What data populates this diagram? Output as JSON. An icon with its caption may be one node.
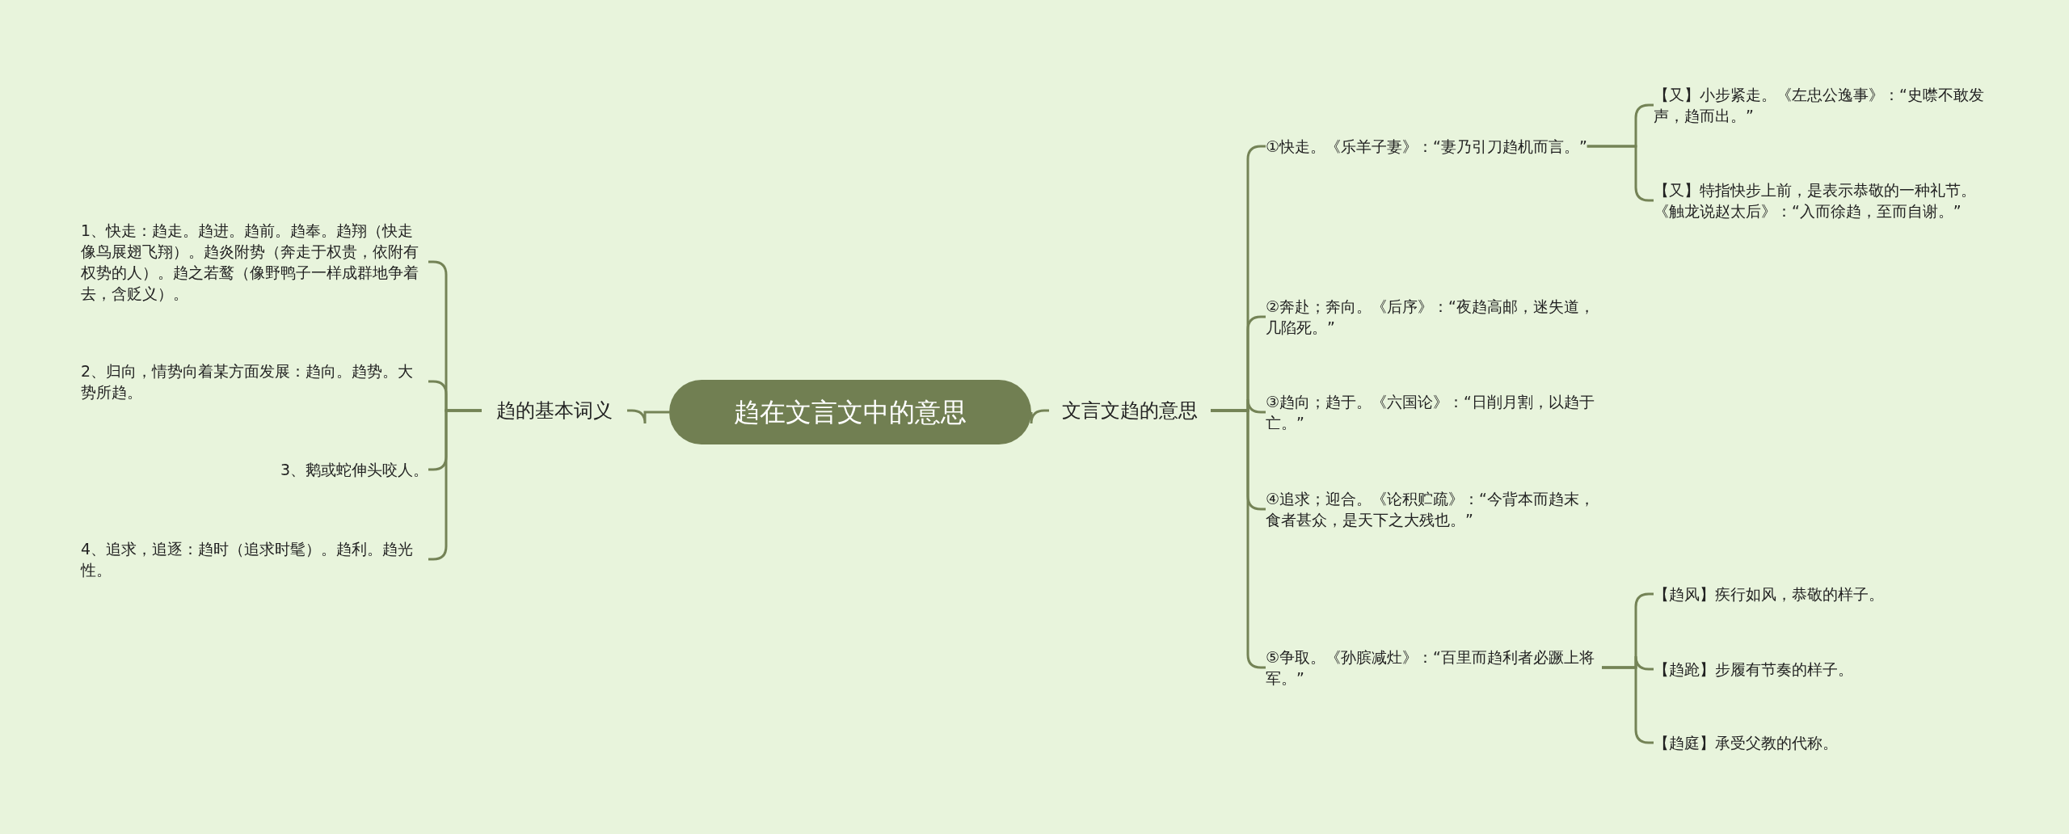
{
  "diagram": {
    "nodes": [
      {
        "text": [
          "趋在文言文中的意思"
        ]
      },
      {
        "text": [
          "趋的基本词义"
        ]
      },
      {
        "text": [
          "1、快走：趋走。趋进。趋前。趋奉。趋翔（快走像鸟展翅飞翔）。趋炎附势（奔走于权贵，依附有权势的人）。趋之若鹜（像野鸭子一样成群地争着去，含贬义）。"
        ]
      },
      {
        "text": [
          "2、归向，情势向着某方面发展：趋向。趋势。大势所趋。"
        ]
      },
      {
        "text": [
          "3、鹅或蛇伸头咬人。"
        ]
      },
      {
        "text": [
          "4、追求，追逐：趋时（追求时髦）。趋利。趋光性。"
        ]
      },
      {
        "text": [
          "文言文趋的意思"
        ]
      },
      {
        "text": [
          "①快走。《乐羊子妻》：“妻乃引刀趋机而言。”"
        ]
      },
      {
        "text": [
          "【又】小步紧走。《左忠公逸事》：“史噤不敢发声，趋而出。”"
        ]
      },
      {
        "text": [
          "【又】特指快步上前，是表示恭敬的一种礼节。《触龙说赵太后》：“入而徐趋，至而自谢。”"
        ]
      },
      {
        "text": [
          "②奔赴；奔向。《后序》：“夜趋高邮，迷失道，几陷死。”"
        ]
      },
      {
        "text": [
          "③趋向；趋于。《六国论》：“日削月割，以趋于亡。”"
        ]
      },
      {
        "text": [
          "④追求；迎合。《论积贮疏》：“今背本而趋末，食者甚众，是天下之大残也。”"
        ]
      },
      {
        "text": [
          "⑤争取。《孙膑减灶》：“百里而趋利者必蹶上将军。”"
        ]
      },
      {
        "text": [
          "【趋风】疾行如风，恭敬的样子。"
        ]
      },
      {
        "text": [
          "【趋跄】步履有节奏的样子。"
        ]
      },
      {
        "text": [
          "【趋庭】承受父教的代称。"
        ]
      }
    ],
    "edges": [
      {
        "from": 0,
        "to": 1,
        "arrow": "none"
      },
      {
        "from": 1,
        "to": 2,
        "arrow": "none"
      },
      {
        "from": 1,
        "to": 3,
        "arrow": "none"
      },
      {
        "from": 1,
        "to": 4,
        "arrow": "none"
      },
      {
        "from": 1,
        "to": 5,
        "arrow": "none"
      },
      {
        "from": 0,
        "to": 6,
        "arrow": "none"
      },
      {
        "from": 6,
        "to": 7,
        "arrow": "none"
      },
      {
        "from": 7,
        "to": 8,
        "arrow": "none"
      },
      {
        "from": 7,
        "to": 9,
        "arrow": "none"
      },
      {
        "from": 6,
        "to": 10,
        "arrow": "none"
      },
      {
        "from": 6,
        "to": 11,
        "arrow": "none"
      },
      {
        "from": 6,
        "to": 12,
        "arrow": "none"
      },
      {
        "from": 6,
        "to": 13,
        "arrow": "none"
      },
      {
        "from": 13,
        "to": 14,
        "arrow": "none"
      },
      {
        "from": 13,
        "to": 15,
        "arrow": "none"
      },
      {
        "from": 13,
        "to": 16,
        "arrow": "none"
      }
    ]
  }
}
